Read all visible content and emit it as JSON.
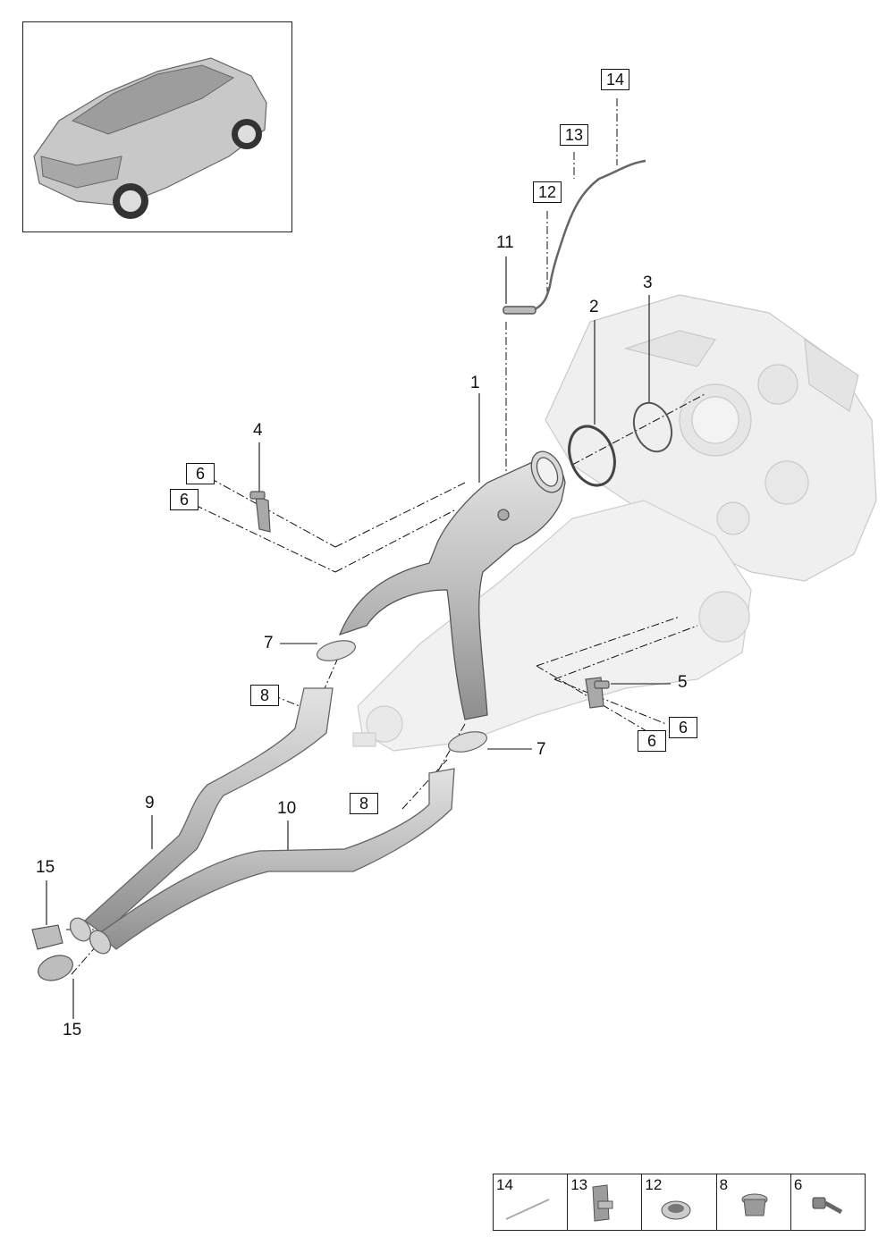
{
  "callouts": {
    "c1": "1",
    "c2": "2",
    "c3": "3",
    "c4": "4",
    "c5": "5",
    "c6a": "6",
    "c6b": "6",
    "c6c": "6",
    "c6d": "6",
    "c7a": "7",
    "c7b": "7",
    "c8a": "8",
    "c8b": "8",
    "c9": "9",
    "c10": "10",
    "c11": "11",
    "c12": "12",
    "c13": "13",
    "c14": "14",
    "c15a": "15",
    "c15b": "15"
  },
  "legend": {
    "items": [
      {
        "label": "14",
        "icon": "cable-tie-icon"
      },
      {
        "label": "13",
        "icon": "clip-icon"
      },
      {
        "label": "12",
        "icon": "ring-clip-icon"
      },
      {
        "label": "8",
        "icon": "nut-icon"
      },
      {
        "label": "6",
        "icon": "bolt-icon"
      }
    ]
  },
  "thumbnail": {
    "icon": "vehicle-thumbnail-icon"
  },
  "colors": {
    "part": "#cfcfcf",
    "part_dark": "#9a9a9a",
    "ghost": "#ededed",
    "line": "#111111"
  }
}
